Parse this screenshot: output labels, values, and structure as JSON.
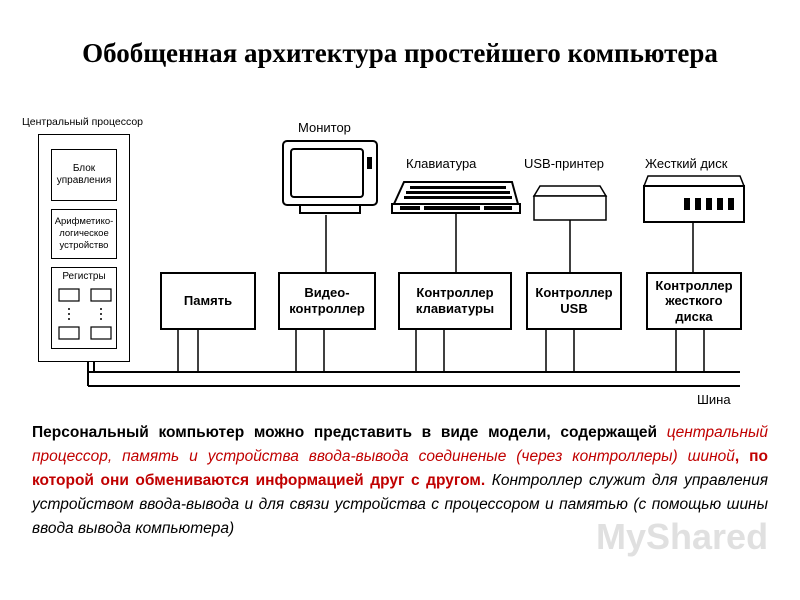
{
  "title": "Обобщенная архитектура простейшего  компьютера",
  "cpu": {
    "label": "Центральный процессор",
    "control_unit": "Блок управления",
    "alu": "Арифметико-логическое устройство",
    "registers": "Регистры"
  },
  "devices": {
    "monitor": "Монитор",
    "keyboard": "Клавиатура",
    "printer": "USB-принтер",
    "hdd": "Жесткий диск"
  },
  "controllers": {
    "memory": "Память",
    "video": "Видео-контроллер",
    "keyboard": "Контроллер клавиатуры",
    "usb": "Контроллер USB",
    "hdd": "Контроллер жесткого диска"
  },
  "bus_label": "Шина",
  "description": {
    "intro": "Персональный компьютер можно представить в виде модели, содержащей ",
    "red_part": "центральный процессор, память  и устройства ввода-вывода соединеные (через контроллеры) шиной",
    "bold_red_part": ", по которой они  обмениваются информацией друг с другом.",
    "italic_part": " Контроллер  служит для управления устройством ввода-вывода и для связи устройства с процессором и памятью (с помощью шины ввода вывода компьютера)"
  },
  "watermark": "MyShared"
}
